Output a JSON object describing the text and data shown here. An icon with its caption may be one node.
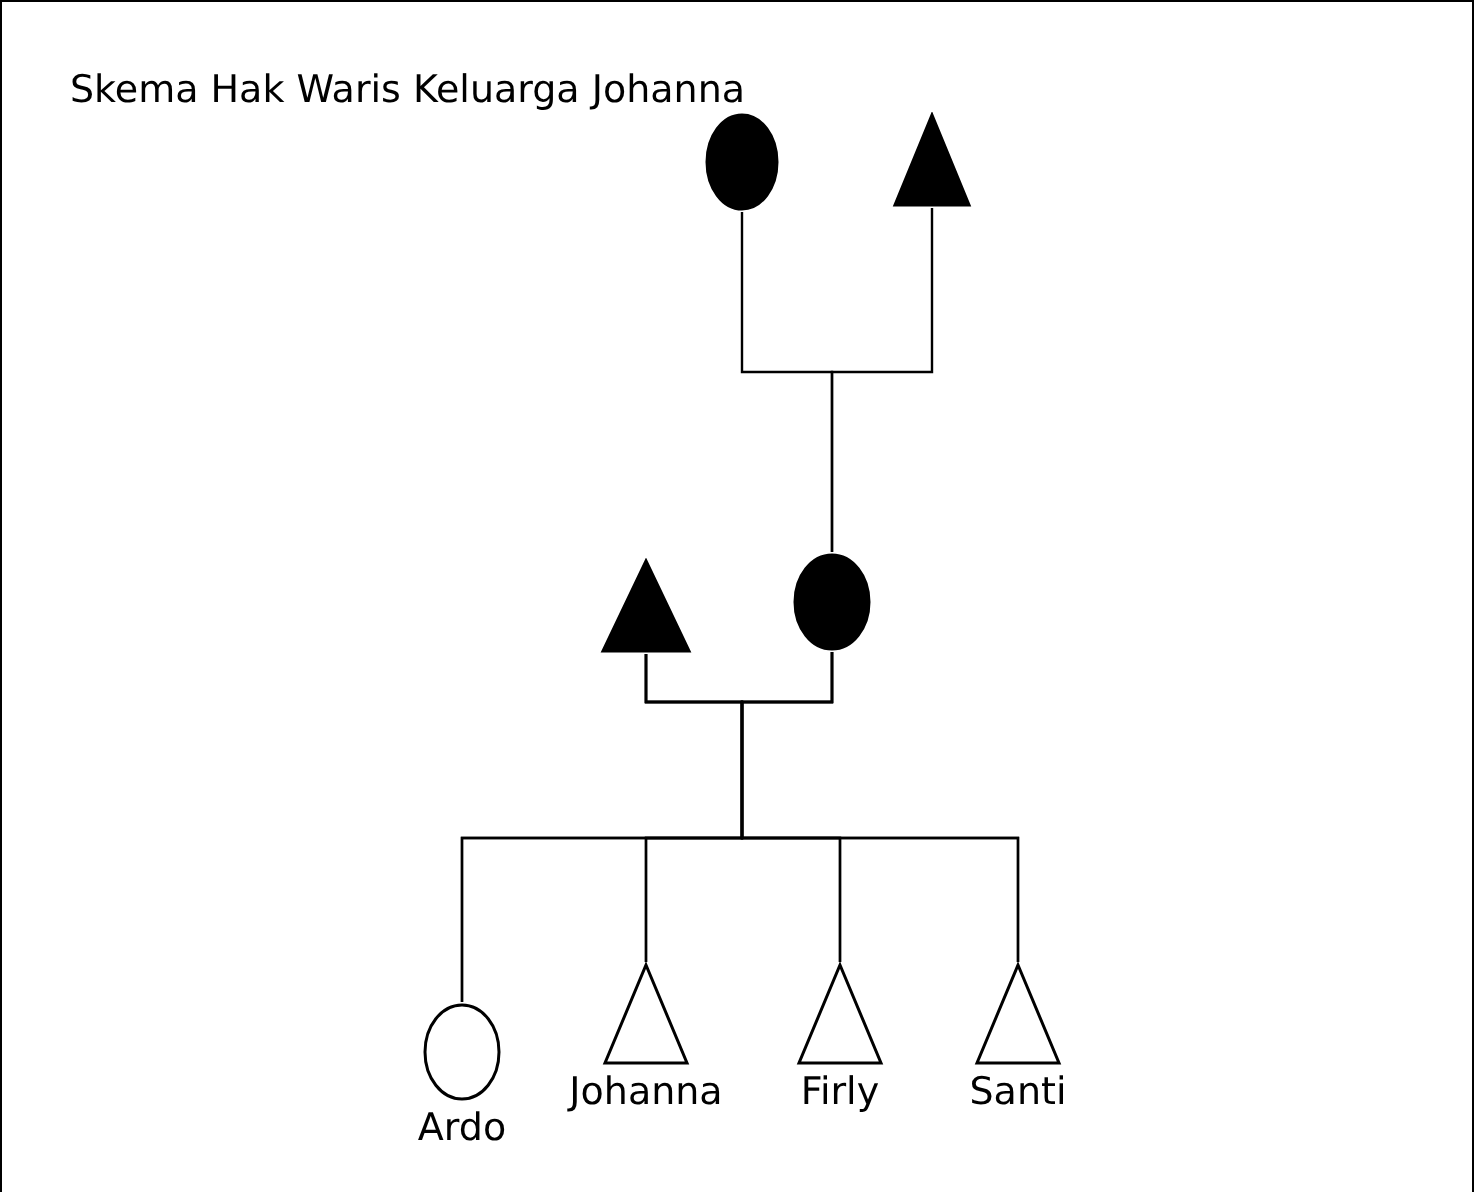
{
  "diagram": {
    "title": "Skema Hak Waris Keluarga Johanna",
    "nodes": [
      {
        "text": [],
        "shape": "circle"
      },
      {
        "text": [],
        "shape": "triangle"
      },
      {
        "text": [],
        "shape": "triangle"
      },
      {
        "text": [],
        "shape": "circle"
      },
      {
        "text": [
          "Ardo"
        ]
      },
      {
        "text": [
          "Johanna"
        ]
      },
      {
        "text": [
          "Firly"
        ]
      },
      {
        "text": [
          "Santi"
        ]
      }
    ],
    "edges": [
      {
        "from": 0,
        "to": 3,
        "arrow": "none"
      },
      {
        "from": 1,
        "to": 3,
        "arrow": "none"
      },
      {
        "from": 2,
        "to": 4,
        "arrow": "none"
      },
      {
        "from": 3,
        "to": 4,
        "arrow": "none"
      },
      {
        "from": 2,
        "to": 5,
        "arrow": "none"
      },
      {
        "from": 3,
        "to": 5,
        "arrow": "none"
      },
      {
        "from": 2,
        "to": 6,
        "arrow": "none"
      },
      {
        "from": 3,
        "to": 6,
        "arrow": "none"
      },
      {
        "from": 2,
        "to": 7,
        "arrow": "none"
      },
      {
        "from": 3,
        "to": 7,
        "arrow": "none"
      }
    ]
  }
}
